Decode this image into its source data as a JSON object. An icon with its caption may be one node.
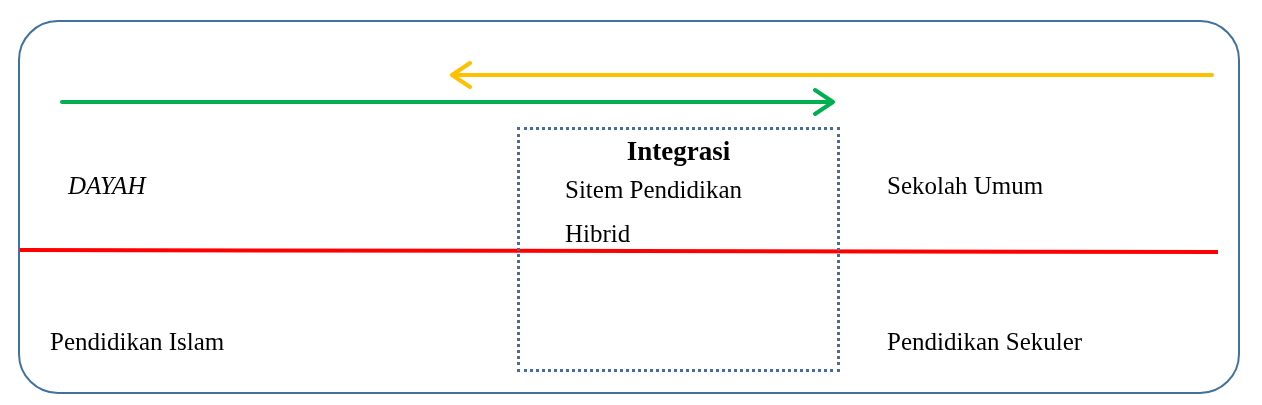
{
  "diagram": {
    "nodes": [
      {
        "text": [],
        "shape": "box"
      },
      {
        "text": [
          "Integrasi",
          "Sitem Pendidikan Hibrid"
        ],
        "in": 0
      }
    ],
    "labels": [
      "DAYAH",
      "Sekolah Umum",
      "Pendidikan Islam",
      "Pendidikan Sekuler"
    ]
  }
}
